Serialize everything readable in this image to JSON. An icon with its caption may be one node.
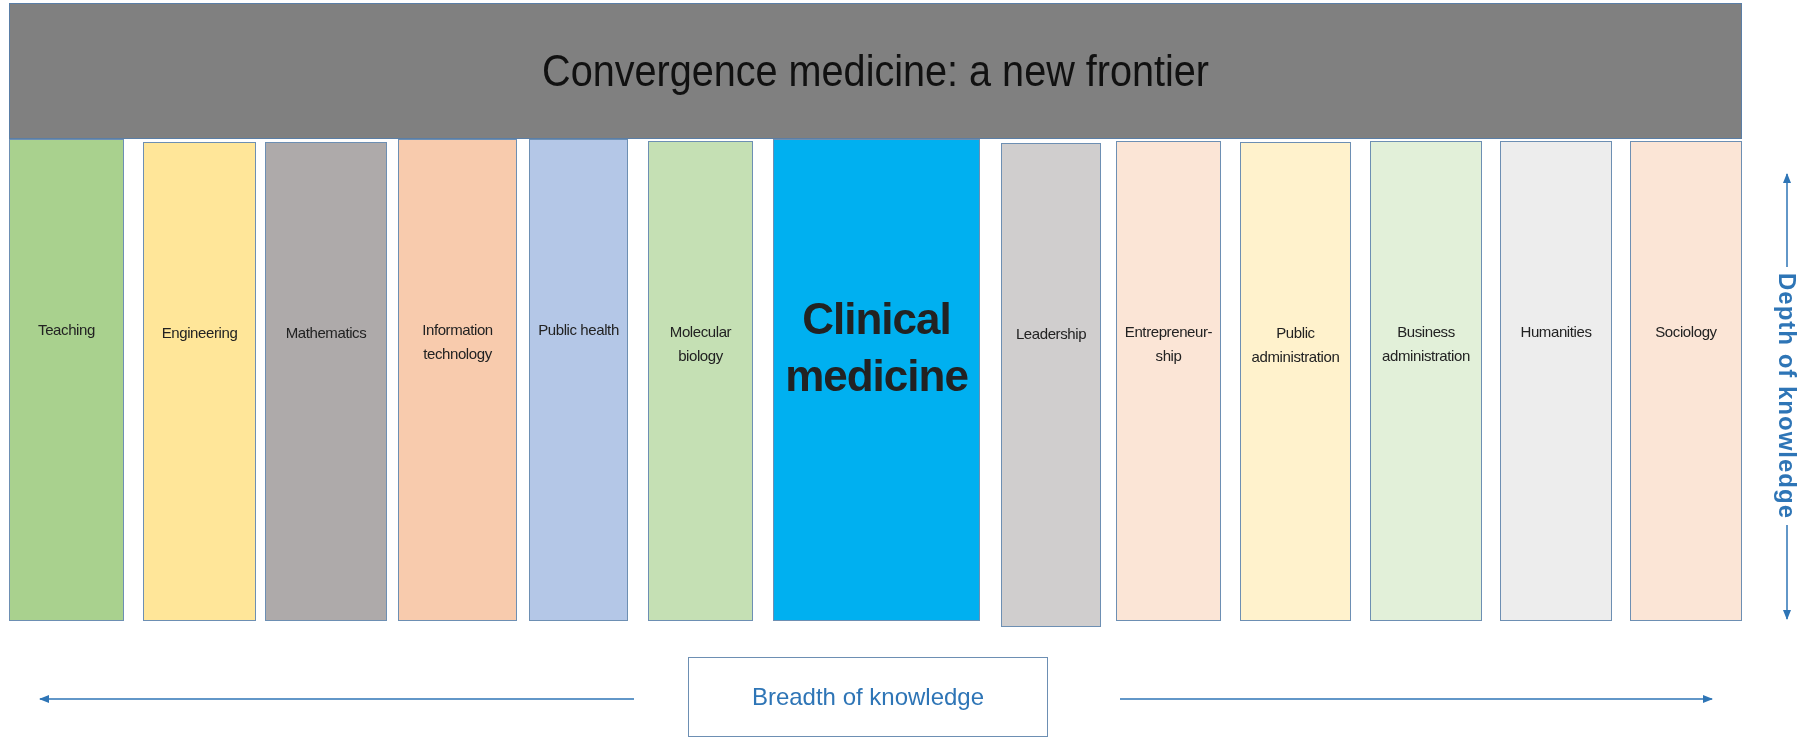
{
  "diagram": {
    "nodes": [
      {
        "text": [
          "Convergence medicine: a new frontier"
        ]
      },
      {
        "text": [
          "Teaching"
        ]
      },
      {
        "text": [
          "Engineering"
        ]
      },
      {
        "text": [
          "Mathematics"
        ]
      },
      {
        "text": [
          "Information technology"
        ]
      },
      {
        "text": [
          "Public health"
        ]
      },
      {
        "text": [
          "Molecular biology"
        ]
      },
      {
        "text": [
          "Clinical medicine"
        ]
      },
      {
        "text": [
          "Leadership"
        ]
      },
      {
        "text": [
          "Entrepreneur-ship"
        ]
      },
      {
        "text": [
          "Public administration"
        ]
      },
      {
        "text": [
          "Business administration"
        ]
      },
      {
        "text": [
          "Humanities"
        ]
      },
      {
        "text": [
          "Sociology"
        ]
      },
      {
        "text": [
          "Breadth of knowledge"
        ]
      }
    ],
    "labels": [
      "Depth of knowledge"
    ]
  }
}
